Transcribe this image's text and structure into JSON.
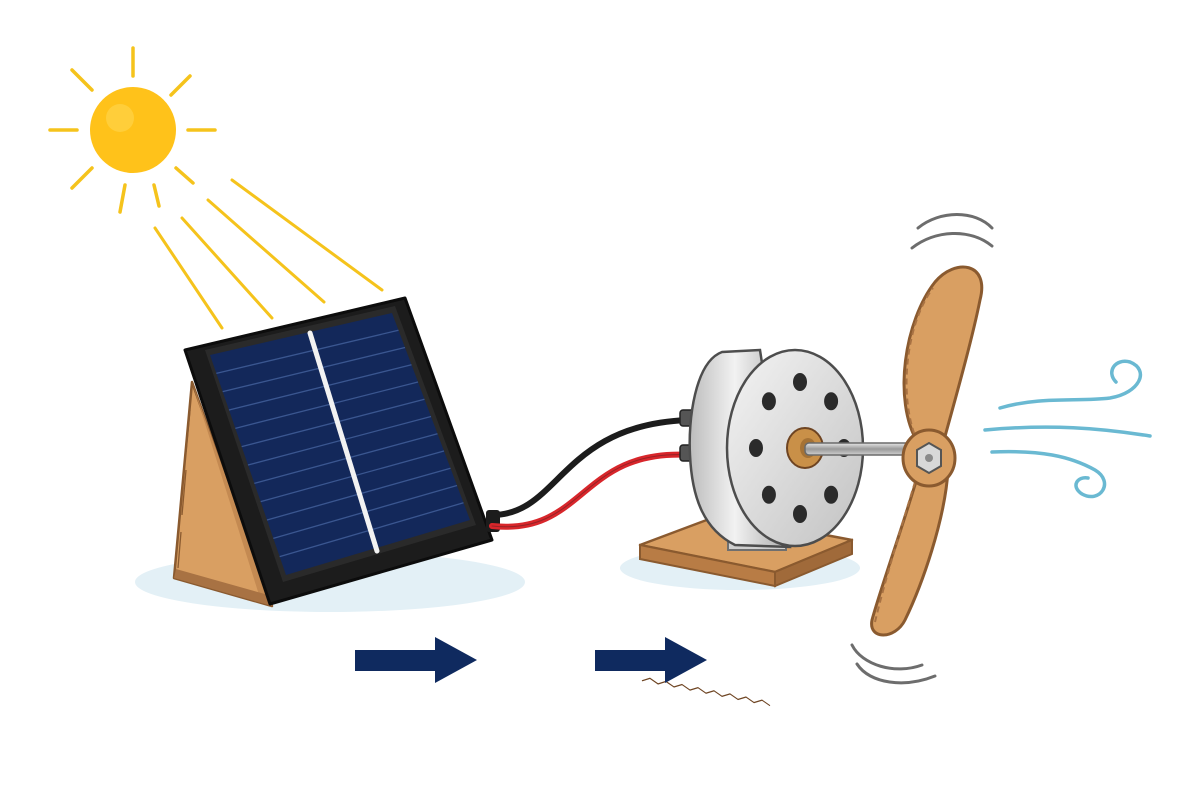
{
  "diagram": {
    "nodes": [
      {
        "id": "sun",
        "label": "",
        "icon": "sun-icon"
      },
      {
        "id": "solar_panel",
        "label": "",
        "icon": "solar-panel-icon"
      },
      {
        "id": "motor",
        "label": "",
        "icon": "motor-icon"
      },
      {
        "id": "propeller",
        "label": "",
        "icon": "propeller-icon"
      },
      {
        "id": "airflow",
        "label": "",
        "icon": "wind-icon"
      }
    ],
    "edges": [
      {
        "from": "sun",
        "to": "solar_panel",
        "style": "light-rays"
      },
      {
        "from": "solar_panel",
        "to": "motor",
        "style": "red-black-wires"
      },
      {
        "from": "motor",
        "to": "propeller",
        "style": "shaft"
      },
      {
        "from": "propeller",
        "to": "airflow",
        "style": "wind-lines"
      }
    ],
    "flow_arrows": 2
  },
  "colors": {
    "sun": "#ffc21a",
    "sun_rays": "#f5c31c",
    "panel_cells": "#13285a",
    "panel_frame": "#1c1c1c",
    "cardboard": "#d99f62",
    "cardboard_dark": "#a87243",
    "motor_body": "#d6d6d6",
    "wire_red": "#d8262b",
    "wire_black": "#1c1c1c",
    "flow_arrow": "#0f2a5f",
    "wind": "#6ab9d2",
    "shadow": "#e3f0f6"
  }
}
